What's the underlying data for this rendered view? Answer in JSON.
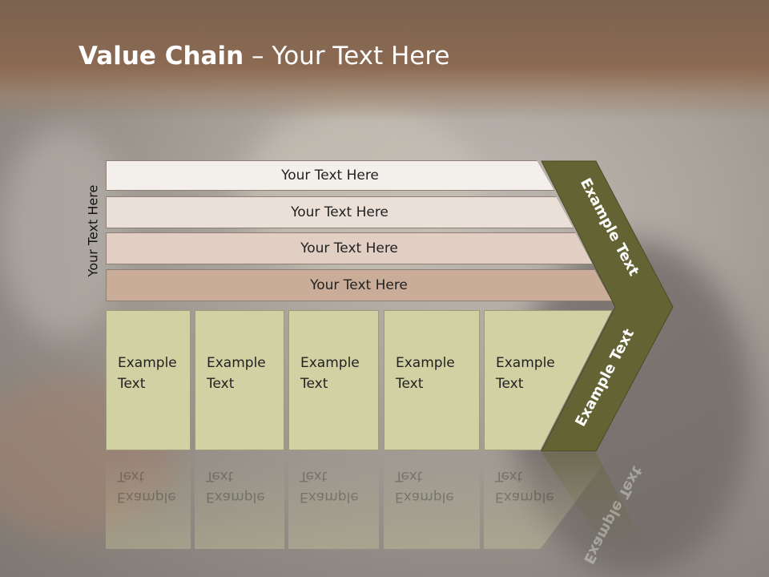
{
  "title": {
    "bold": "Value Chain",
    "rest": " – Your Text Here"
  },
  "side_label": "Your Text Here",
  "bars": [
    {
      "label": "Your Text Here"
    },
    {
      "label": "Your Text Here"
    },
    {
      "label": "Your Text Here"
    },
    {
      "label": "Your Text Here"
    }
  ],
  "boxes": [
    {
      "line1": "Example",
      "line2": "Text"
    },
    {
      "line1": "Example",
      "line2": "Text"
    },
    {
      "line1": "Example",
      "line2": "Text"
    },
    {
      "line1": "Example",
      "line2": "Text"
    },
    {
      "line1": "Example",
      "line2": "Text"
    }
  ],
  "chevron": {
    "upper_label": "Example Text",
    "lower_label": "Example Text"
  },
  "colors": {
    "chevron": "#636334",
    "boxes": "#d1d1a3",
    "bar1": "#f3f0ec",
    "bar2": "#ebe0d7",
    "bar3": "#e0cfc2",
    "bar4": "#c9ad98",
    "header": "#8c6a52"
  }
}
